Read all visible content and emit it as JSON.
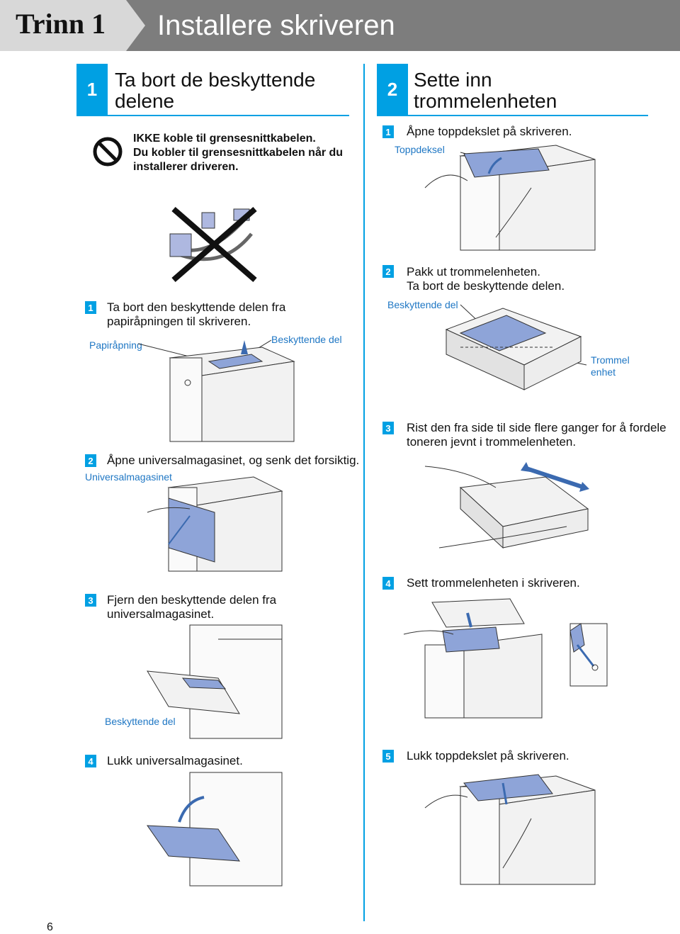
{
  "header": {
    "step_label": "Trinn 1",
    "title": "Installere skriveren"
  },
  "section1": {
    "number": "1",
    "title_line1": "Ta bort de beskyttende",
    "title_line2": "delene",
    "warning_line1": "IKKE koble til grensesnittkabelen.",
    "warning_line2": "Du kobler til grensesnittkabelen når du",
    "warning_line3": "installerer driveren.",
    "steps": [
      {
        "num": "1",
        "line1": "Ta bort den beskyttende delen fra",
        "line2": "papiråpningen til skriveren."
      },
      {
        "num": "2",
        "line1": "Åpne universalmagasinet, og senk det forsiktig.",
        "line2": ""
      },
      {
        "num": "3",
        "line1": "Fjern den beskyttende delen fra",
        "line2": "universalmagasinet."
      },
      {
        "num": "4",
        "line1": "Lukk universalmagasinet.",
        "line2": ""
      }
    ],
    "callouts": {
      "paper_opening": "Papiråpning",
      "protective_part_1": "Beskyttende del",
      "mp_tray": "Universalmagasinet",
      "protective_part_2": "Beskyttende del"
    }
  },
  "section2": {
    "number": "2",
    "title_line1": "Sette inn",
    "title_line2": "trommelenheten",
    "steps": [
      {
        "num": "1",
        "line1": "Åpne toppdekslet på skriveren.",
        "line2": ""
      },
      {
        "num": "2",
        "line1": "Pakk ut trommelenheten.",
        "line2": "Ta bort de beskyttende delen."
      },
      {
        "num": "3",
        "line1": "Rist den fra side til side flere ganger for å fordele",
        "line2": "toneren jevnt i trommelenheten."
      },
      {
        "num": "4",
        "line1": "Sett trommelenheten i skriveren.",
        "line2": ""
      },
      {
        "num": "5",
        "line1": "Lukk toppdekslet på skriveren.",
        "line2": ""
      }
    ],
    "callouts": {
      "top_cover": "Toppdeksel",
      "protective_part": "Beskyttende del",
      "drum_line1": "Trommel",
      "drum_line2": "enhet"
    }
  },
  "page_number": "6",
  "colors": {
    "accent": "#00a0e3",
    "header_bg": "#7d7d7d",
    "callout": "#1f77c4",
    "highlight": "#8ea4d8"
  }
}
